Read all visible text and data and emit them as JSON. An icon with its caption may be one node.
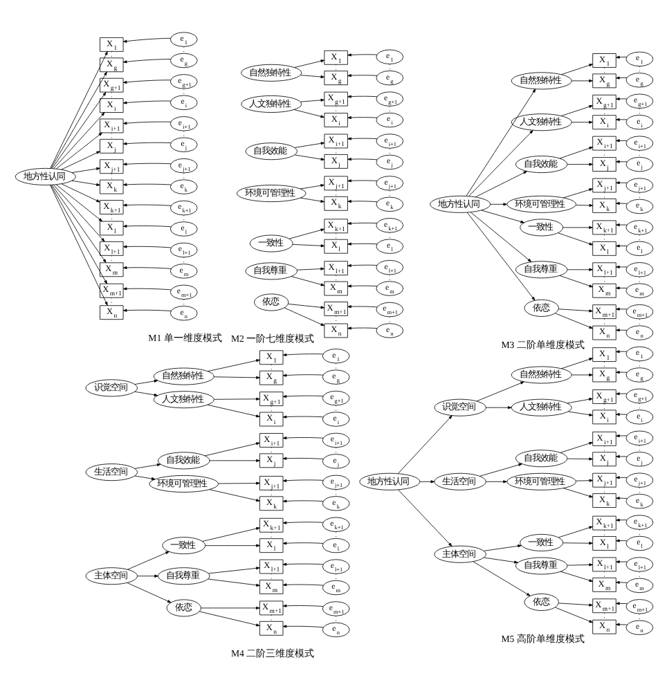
{
  "diagram": {
    "nodes": [
      {
        "text": [
          "地方性认同"
        ]
      },
      {
        "text": [
          "X$_{1}$"
        ]
      },
      {
        "text": [
          "e$_{1}$"
        ]
      },
      {
        "text": [
          "X$_{g}$"
        ]
      },
      {
        "text": [
          "e$_{g}$"
        ]
      },
      {
        "text": [
          "X$_{g+1}$"
        ]
      },
      {
        "text": [
          "e$_{g+1}$"
        ]
      },
      {
        "text": [
          "X$_{i}$"
        ]
      },
      {
        "text": [
          "e$_{i}$"
        ]
      },
      {
        "text": [
          "X$_{i+1}$"
        ]
      },
      {
        "text": [
          "e$_{i+1}$"
        ]
      },
      {
        "text": [
          "X$_{j}$"
        ]
      },
      {
        "text": [
          "e$_{j}$"
        ]
      },
      {
        "text": [
          "X$_{j+1}$"
        ]
      },
      {
        "text": [
          "e$_{j+1}$"
        ]
      },
      {
        "text": [
          "X$_{k}$"
        ]
      },
      {
        "text": [
          "e$_{k}$"
        ]
      },
      {
        "text": [
          "X$_{k+1}$"
        ]
      },
      {
        "text": [
          "e$_{k+1}$"
        ]
      },
      {
        "text": [
          "X$_{l}$"
        ]
      },
      {
        "text": [
          "e$_{l}$"
        ]
      },
      {
        "text": [
          "X$_{l+1}$"
        ]
      },
      {
        "text": [
          "e$_{l+1}$"
        ]
      },
      {
        "text": [
          "X$_{m}$"
        ]
      },
      {
        "text": [
          "e$_{m}$"
        ]
      },
      {
        "text": [
          "X$_{m+1}$"
        ]
      },
      {
        "text": [
          "e$_{m+1}$"
        ]
      },
      {
        "text": [
          "X$_{n}$"
        ]
      },
      {
        "text": [
          "e$_{n}$"
        ]
      },
      {
        "text": [
          "自然独特性"
        ]
      },
      {
        "text": [
          "人文独特性"
        ]
      },
      {
        "text": [
          "自我效能"
        ]
      },
      {
        "text": [
          "环境可管理性"
        ]
      },
      {
        "text": [
          "一致性"
        ]
      },
      {
        "text": [
          "自我尊重"
        ]
      },
      {
        "text": [
          "依恋"
        ]
      },
      {
        "text": [
          "X$_{1}$"
        ]
      },
      {
        "text": [
          "e$_{1}$"
        ]
      },
      {
        "text": [
          "X$_{g}$"
        ]
      },
      {
        "text": [
          "e$_{g}$"
        ]
      },
      {
        "text": [
          "X$_{g+1}$"
        ]
      },
      {
        "text": [
          "e$_{g+1}$"
        ]
      },
      {
        "text": [
          "X$_{i}$"
        ]
      },
      {
        "text": [
          "e$_{i}$"
        ]
      },
      {
        "text": [
          "X$_{i+1}$"
        ]
      },
      {
        "text": [
          "e$_{i+1}$"
        ]
      },
      {
        "text": [
          "X$_{j}$"
        ]
      },
      {
        "text": [
          "e$_{j}$"
        ]
      },
      {
        "text": [
          "X$_{j+1}$"
        ]
      },
      {
        "text": [
          "e$_{j+1}$"
        ]
      },
      {
        "text": [
          "X$_{k}$"
        ]
      },
      {
        "text": [
          "e$_{k}$"
        ]
      },
      {
        "text": [
          "X$_{k+1}$"
        ]
      },
      {
        "text": [
          "e$_{k+1}$"
        ]
      },
      {
        "text": [
          "X$_{l}$"
        ]
      },
      {
        "text": [
          "e$_{l}$"
        ]
      },
      {
        "text": [
          "X$_{l+1}$"
        ]
      },
      {
        "text": [
          "e$_{l+1}$"
        ]
      },
      {
        "text": [
          "X$_{m}$"
        ]
      },
      {
        "text": [
          "e$_{m}$"
        ]
      },
      {
        "text": [
          "X$_{m+1}$"
        ]
      },
      {
        "text": [
          "e$_{m+1}$"
        ]
      },
      {
        "text": [
          "X$_{n}$"
        ]
      },
      {
        "text": [
          "e$_{n}$"
        ]
      },
      {
        "text": [
          "地方性认同"
        ]
      },
      {
        "text": [
          "自然独特性"
        ]
      },
      {
        "text": [
          "人文独特性"
        ]
      },
      {
        "text": [
          "自我效能"
        ]
      },
      {
        "text": [
          "环境可管理性"
        ]
      },
      {
        "text": [
          "一致性"
        ]
      },
      {
        "text": [
          "自我尊重"
        ]
      },
      {
        "text": [
          "依恋"
        ]
      },
      {
        "text": [
          "X$_{1}$"
        ]
      },
      {
        "text": [
          "e$_{1}$"
        ]
      },
      {
        "text": [
          "X$_{g}$"
        ]
      },
      {
        "text": [
          "e$_{g}$"
        ]
      },
      {
        "text": [
          "X$_{g+1}$"
        ]
      },
      {
        "text": [
          "e$_{g+1}$"
        ]
      },
      {
        "text": [
          "X$_{i}$"
        ]
      },
      {
        "text": [
          "e$_{i}$"
        ]
      },
      {
        "text": [
          "X$_{i+1}$"
        ]
      },
      {
        "text": [
          "e$_{i+1}$"
        ]
      },
      {
        "text": [
          "X$_{j}$"
        ]
      },
      {
        "text": [
          "e$_{j}$"
        ]
      },
      {
        "text": [
          "X$_{j+1}$"
        ]
      },
      {
        "text": [
          "e$_{j+1}$"
        ]
      },
      {
        "text": [
          "X$_{k}$"
        ]
      },
      {
        "text": [
          "e$_{k}$"
        ]
      },
      {
        "text": [
          "X$_{k+1}$"
        ]
      },
      {
        "text": [
          "e$_{k+1}$"
        ]
      },
      {
        "text": [
          "X$_{l}$"
        ]
      },
      {
        "text": [
          "e$_{l}$"
        ]
      },
      {
        "text": [
          "X$_{l+1}$"
        ]
      },
      {
        "text": [
          "e$_{l+1}$"
        ]
      },
      {
        "text": [
          "X$_{m}$"
        ]
      },
      {
        "text": [
          "e$_{m}$"
        ]
      },
      {
        "text": [
          "X$_{m+1}$"
        ]
      },
      {
        "text": [
          "e$_{m+1}$"
        ]
      },
      {
        "text": [
          "X$_{n}$"
        ]
      },
      {
        "text": [
          "e$_{n}$"
        ]
      },
      {
        "text": [
          "识觉空间"
        ]
      },
      {
        "text": [
          "生活空间"
        ]
      },
      {
        "text": [
          "主体空间"
        ]
      },
      {
        "text": [
          "自然独特性"
        ]
      },
      {
        "text": [
          "人文独特性"
        ]
      },
      {
        "text": [
          "自我效能"
        ]
      },
      {
        "text": [
          "环境可管理性"
        ]
      },
      {
        "text": [
          "一致性"
        ]
      },
      {
        "text": [
          "自我尊重"
        ]
      },
      {
        "text": [
          "依恋"
        ]
      },
      {
        "text": [
          "X$_{1}$"
        ]
      },
      {
        "text": [
          "e$_{1}$"
        ]
      },
      {
        "text": [
          "X$_{g}$"
        ]
      },
      {
        "text": [
          "e$_{g}$"
        ]
      },
      {
        "text": [
          "X$_{g+1}$"
        ]
      },
      {
        "text": [
          "e$_{g+1}$"
        ]
      },
      {
        "text": [
          "X$_{i}$"
        ]
      },
      {
        "text": [
          "e$_{i}$"
        ]
      },
      {
        "text": [
          "X$_{i+1}$"
        ]
      },
      {
        "text": [
          "e$_{i+1}$"
        ]
      },
      {
        "text": [
          "X$_{j}$"
        ]
      },
      {
        "text": [
          "e$_{j}$"
        ]
      },
      {
        "text": [
          "X$_{j+1}$"
        ]
      },
      {
        "text": [
          "e$_{j+1}$"
        ]
      },
      {
        "text": [
          "X$_{k}$"
        ]
      },
      {
        "text": [
          "e$_{k}$"
        ]
      },
      {
        "text": [
          "X$_{k+1}$"
        ]
      },
      {
        "text": [
          "e$_{k+1}$"
        ]
      },
      {
        "text": [
          "X$_{l}$"
        ]
      },
      {
        "text": [
          "e$_{l}$"
        ]
      },
      {
        "text": [
          "X$_{l+1}$"
        ]
      },
      {
        "text": [
          "e$_{l+1}$"
        ]
      },
      {
        "text": [
          "X$_{m}$"
        ]
      },
      {
        "text": [
          "e$_{m}$"
        ]
      },
      {
        "text": [
          "X$_{m+1}$"
        ]
      },
      {
        "text": [
          "e$_{m+1}$"
        ]
      },
      {
        "text": [
          "X$_{n}$"
        ]
      },
      {
        "text": [
          "e$_{n}$"
        ]
      },
      {
        "text": [
          "地方性认同"
        ]
      },
      {
        "text": [
          "识觉空间"
        ]
      },
      {
        "text": [
          "生活空间"
        ]
      },
      {
        "text": [
          "主体空间"
        ]
      },
      {
        "text": [
          "自然独特性"
        ]
      },
      {
        "text": [
          "人文独特性"
        ]
      },
      {
        "text": [
          "自我效能"
        ]
      },
      {
        "text": [
          "环境可管理性"
        ]
      },
      {
        "text": [
          "一致性"
        ]
      },
      {
        "text": [
          "自我尊重"
        ]
      },
      {
        "text": [
          "依恋"
        ]
      },
      {
        "text": [
          "X$_{1}$"
        ]
      },
      {
        "text": [
          "e$_{1}$"
        ]
      },
      {
        "text": [
          "X$_{g}$"
        ]
      },
      {
        "text": [
          "e$_{g}$"
        ]
      },
      {
        "text": [
          "X$_{g+1}$"
        ]
      },
      {
        "text": [
          "e$_{g+1}$"
        ]
      },
      {
        "text": [
          "X$_{i}$"
        ]
      },
      {
        "text": [
          "e$_{i}$"
        ]
      },
      {
        "text": [
          "X$_{i+1}$"
        ]
      },
      {
        "text": [
          "e$_{i+1}$"
        ]
      },
      {
        "text": [
          "X$_{j}$"
        ]
      },
      {
        "text": [
          "e$_{j}$"
        ]
      },
      {
        "text": [
          "X$_{j+1}$"
        ]
      },
      {
        "text": [
          "e$_{j+1}$"
        ]
      },
      {
        "text": [
          "X$_{k}$"
        ]
      },
      {
        "text": [
          "e$_{k}$"
        ]
      },
      {
        "text": [
          "X$_{k+1}$"
        ]
      },
      {
        "text": [
          "e$_{k+1}$"
        ]
      },
      {
        "text": [
          "X$_{l}$"
        ]
      },
      {
        "text": [
          "e$_{l}$"
        ]
      },
      {
        "text": [
          "X$_{l+1}$"
        ]
      },
      {
        "text": [
          "e$_{l+1}$"
        ]
      },
      {
        "text": [
          "X$_{m}$"
        ]
      },
      {
        "text": [
          "e$_{m}$"
        ]
      },
      {
        "text": [
          "X$_{m+1}$"
        ]
      },
      {
        "text": [
          "e$_{m+1}$"
        ]
      },
      {
        "text": [
          "X$_{n}$"
        ]
      },
      {
        "text": [
          "e$_{n}$"
        ]
      }
    ],
    "edges": [
      {
        "from": 0,
        "to": 1,
        "arrow": "to"
      },
      {
        "from": 0,
        "to": 3,
        "arrow": "to"
      },
      {
        "from": 0,
        "to": 5,
        "arrow": "to"
      },
      {
        "from": 0,
        "to": 7,
        "arrow": "to"
      },
      {
        "from": 0,
        "to": 9,
        "arrow": "to"
      },
      {
        "from": 0,
        "to": 11,
        "arrow": "to"
      },
      {
        "from": 0,
        "to": 13,
        "arrow": "to"
      },
      {
        "from": 0,
        "to": 15,
        "arrow": "to"
      },
      {
        "from": 0,
        "to": 17,
        "arrow": "to"
      },
      {
        "from": 0,
        "to": 19,
        "arrow": "to"
      },
      {
        "from": 0,
        "to": 21,
        "arrow": "to"
      },
      {
        "from": 0,
        "to": 23,
        "arrow": "to"
      },
      {
        "from": 0,
        "to": 25,
        "arrow": "to"
      },
      {
        "from": 0,
        "to": 27,
        "arrow": "to"
      },
      {
        "from": 2,
        "to": 1,
        "arrow": "to"
      },
      {
        "from": 4,
        "to": 3,
        "arrow": "to"
      },
      {
        "from": 6,
        "to": 5,
        "arrow": "to"
      },
      {
        "from": 8,
        "to": 7,
        "arrow": "to"
      },
      {
        "from": 10,
        "to": 9,
        "arrow": "to"
      },
      {
        "from": 12,
        "to": 11,
        "arrow": "to"
      },
      {
        "from": 14,
        "to": 13,
        "arrow": "to"
      },
      {
        "from": 16,
        "to": 15,
        "arrow": "to"
      },
      {
        "from": 18,
        "to": 17,
        "arrow": "to"
      },
      {
        "from": 20,
        "to": 19,
        "arrow": "to"
      },
      {
        "from": 22,
        "to": 21,
        "arrow": "to"
      },
      {
        "from": 24,
        "to": 23,
        "arrow": "to"
      },
      {
        "from": 26,
        "to": 25,
        "arrow": "to"
      },
      {
        "from": 28,
        "to": 27,
        "arrow": "to"
      },
      {
        "from": 1,
        "to": 3,
        "arrow": "none",
        "style": "dashed"
      },
      {
        "from": 5,
        "to": 7,
        "arrow": "none",
        "style": "dashed"
      },
      {
        "from": 9,
        "to": 11,
        "arrow": "none",
        "style": "dashed"
      },
      {
        "from": 13,
        "to": 15,
        "arrow": "none",
        "style": "dashed"
      },
      {
        "from": 17,
        "to": 19,
        "arrow": "none",
        "style": "dashed"
      },
      {
        "from": 21,
        "to": 23,
        "arrow": "none",
        "style": "dashed"
      },
      {
        "from": 25,
        "to": 27,
        "arrow": "none",
        "style": "dashed"
      },
      {
        "from": 2,
        "to": 4,
        "arrow": "none",
        "style": "dashed"
      },
      {
        "from": 6,
        "to": 8,
        "arrow": "none",
        "style": "dashed"
      },
      {
        "from": 10,
        "to": 12,
        "arrow": "none",
        "style": "dashed"
      },
      {
        "from": 14,
        "to": 16,
        "arrow": "none",
        "style": "dashed"
      },
      {
        "from": 18,
        "to": 20,
        "arrow": "none",
        "style": "dashed"
      },
      {
        "from": 22,
        "to": 24,
        "arrow": "none",
        "style": "dashed"
      },
      {
        "from": 26,
        "to": 28,
        "arrow": "none",
        "style": "dashed"
      },
      {
        "from": 29,
        "to": 36,
        "arrow": "to"
      },
      {
        "from": 29,
        "to": 38,
        "arrow": "to"
      },
      {
        "from": 30,
        "to": 40,
        "arrow": "to"
      },
      {
        "from": 30,
        "to": 42,
        "arrow": "to"
      },
      {
        "from": 31,
        "to": 44,
        "arrow": "to"
      },
      {
        "from": 31,
        "to": 46,
        "arrow": "to"
      },
      {
        "from": 32,
        "to": 48,
        "arrow": "to"
      },
      {
        "from": 32,
        "to": 50,
        "arrow": "to"
      },
      {
        "from": 33,
        "to": 52,
        "arrow": "to"
      },
      {
        "from": 33,
        "to": 54,
        "arrow": "to"
      },
      {
        "from": 34,
        "to": 56,
        "arrow": "to"
      },
      {
        "from": 34,
        "to": 58,
        "arrow": "to"
      },
      {
        "from": 35,
        "to": 60,
        "arrow": "to"
      },
      {
        "from": 35,
        "to": 62,
        "arrow": "to"
      },
      {
        "from": 37,
        "to": 36,
        "arrow": "to"
      },
      {
        "from": 39,
        "to": 38,
        "arrow": "to"
      },
      {
        "from": 41,
        "to": 40,
        "arrow": "to"
      },
      {
        "from": 43,
        "to": 42,
        "arrow": "to"
      },
      {
        "from": 45,
        "to": 44,
        "arrow": "to"
      },
      {
        "from": 47,
        "to": 46,
        "arrow": "to"
      },
      {
        "from": 49,
        "to": 48,
        "arrow": "to"
      },
      {
        "from": 51,
        "to": 50,
        "arrow": "to"
      },
      {
        "from": 53,
        "to": 52,
        "arrow": "to"
      },
      {
        "from": 55,
        "to": 54,
        "arrow": "to"
      },
      {
        "from": 57,
        "to": 56,
        "arrow": "to"
      },
      {
        "from": 59,
        "to": 58,
        "arrow": "to"
      },
      {
        "from": 61,
        "to": 60,
        "arrow": "to"
      },
      {
        "from": 63,
        "to": 62,
        "arrow": "to"
      },
      {
        "from": 36,
        "to": 38,
        "arrow": "none",
        "style": "dashed"
      },
      {
        "from": 40,
        "to": 42,
        "arrow": "none",
        "style": "dashed"
      },
      {
        "from": 44,
        "to": 46,
        "arrow": "none",
        "style": "dashed"
      },
      {
        "from": 48,
        "to": 50,
        "arrow": "none",
        "style": "dashed"
      },
      {
        "from": 52,
        "to": 54,
        "arrow": "none",
        "style": "dashed"
      },
      {
        "from": 56,
        "to": 58,
        "arrow": "none",
        "style": "dashed"
      },
      {
        "from": 60,
        "to": 62,
        "arrow": "none",
        "style": "dashed"
      },
      {
        "from": 37,
        "to": 39,
        "arrow": "none",
        "style": "dashed"
      },
      {
        "from": 41,
        "to": 43,
        "arrow": "none",
        "style": "dashed"
      },
      {
        "from": 45,
        "to": 47,
        "arrow": "none",
        "style": "dashed"
      },
      {
        "from": 49,
        "to": 51,
        "arrow": "none",
        "style": "dashed"
      },
      {
        "from": 53,
        "to": 55,
        "arrow": "none",
        "style": "dashed"
      },
      {
        "from": 57,
        "to": 59,
        "arrow": "none",
        "style": "dashed"
      },
      {
        "from": 61,
        "to": 63,
        "arrow": "none",
        "style": "dashed"
      },
      {
        "from": 64,
        "to": 65,
        "arrow": "to"
      },
      {
        "from": 64,
        "to": 66,
        "arrow": "to"
      },
      {
        "from": 64,
        "to": 67,
        "arrow": "to"
      },
      {
        "from": 64,
        "to": 68,
        "arrow": "to"
      },
      {
        "from": 64,
        "to": 69,
        "arrow": "to"
      },
      {
        "from": 64,
        "to": 70,
        "arrow": "to"
      },
      {
        "from": 64,
        "to": 71,
        "arrow": "to"
      },
      {
        "from": 65,
        "to": 72,
        "arrow": "to"
      },
      {
        "from": 65,
        "to": 74,
        "arrow": "to"
      },
      {
        "from": 66,
        "to": 76,
        "arrow": "to"
      },
      {
        "from": 66,
        "to": 78,
        "arrow": "to"
      },
      {
        "from": 67,
        "to": 80,
        "arrow": "to"
      },
      {
        "from": 67,
        "to": 82,
        "arrow": "to"
      },
      {
        "from": 68,
        "to": 84,
        "arrow": "to"
      },
      {
        "from": 68,
        "to": 86,
        "arrow": "to"
      },
      {
        "from": 69,
        "to": 88,
        "arrow": "to"
      },
      {
        "from": 69,
        "to": 90,
        "arrow": "to"
      },
      {
        "from": 70,
        "to": 92,
        "arrow": "to"
      },
      {
        "from": 70,
        "to": 94,
        "arrow": "to"
      },
      {
        "from": 71,
        "to": 96,
        "arrow": "to"
      },
      {
        "from": 71,
        "to": 98,
        "arrow": "to"
      },
      {
        "from": 73,
        "to": 72,
        "arrow": "to"
      },
      {
        "from": 75,
        "to": 74,
        "arrow": "to"
      },
      {
        "from": 77,
        "to": 76,
        "arrow": "to"
      },
      {
        "from": 79,
        "to": 78,
        "arrow": "to"
      },
      {
        "from": 81,
        "to": 80,
        "arrow": "to"
      },
      {
        "from": 83,
        "to": 82,
        "arrow": "to"
      },
      {
        "from": 85,
        "to": 84,
        "arrow": "to"
      },
      {
        "from": 87,
        "to": 86,
        "arrow": "to"
      },
      {
        "from": 89,
        "to": 88,
        "arrow": "to"
      },
      {
        "from": 91,
        "to": 90,
        "arrow": "to"
      },
      {
        "from": 93,
        "to": 92,
        "arrow": "to"
      },
      {
        "from": 95,
        "to": 94,
        "arrow": "to"
      },
      {
        "from": 97,
        "to": 96,
        "arrow": "to"
      },
      {
        "from": 99,
        "to": 98,
        "arrow": "to"
      },
      {
        "from": 72,
        "to": 74,
        "arrow": "none",
        "style": "dashed"
      },
      {
        "from": 76,
        "to": 78,
        "arrow": "none",
        "style": "dashed"
      },
      {
        "from": 80,
        "to": 82,
        "arrow": "none",
        "style": "dashed"
      },
      {
        "from": 84,
        "to": 86,
        "arrow": "none",
        "style": "dashed"
      },
      {
        "from": 88,
        "to": 90,
        "arrow": "none",
        "style": "dashed"
      },
      {
        "from": 92,
        "to": 94,
        "arrow": "none",
        "style": "dashed"
      },
      {
        "from": 96,
        "to": 98,
        "arrow": "none",
        "style": "dashed"
      },
      {
        "from": 73,
        "to": 75,
        "arrow": "none",
        "style": "dashed"
      },
      {
        "from": 77,
        "to": 79,
        "arrow": "none",
        "style": "dashed"
      },
      {
        "from": 81,
        "to": 83,
        "arrow": "none",
        "style": "dashed"
      },
      {
        "from": 85,
        "to": 87,
        "arrow": "none",
        "style": "dashed"
      },
      {
        "from": 89,
        "to": 91,
        "arrow": "none",
        "style": "dashed"
      },
      {
        "from": 93,
        "to": 95,
        "arrow": "none",
        "style": "dashed"
      },
      {
        "from": 97,
        "to": 99,
        "arrow": "none",
        "style": "dashed"
      },
      {
        "from": 100,
        "to": 103,
        "arrow": "to"
      },
      {
        "from": 100,
        "to": 104,
        "arrow": "to"
      },
      {
        "from": 101,
        "to": 105,
        "arrow": "to"
      },
      {
        "from": 101,
        "to": 106,
        "arrow": "to"
      },
      {
        "from": 102,
        "to": 107,
        "arrow": "to"
      },
      {
        "from": 102,
        "to": 108,
        "arrow": "to"
      },
      {
        "from": 102,
        "to": 109,
        "arrow": "to"
      },
      {
        "from": 103,
        "to": 110,
        "arrow": "to"
      },
      {
        "from": 103,
        "to": 112,
        "arrow": "to"
      },
      {
        "from": 104,
        "to": 114,
        "arrow": "to"
      },
      {
        "from": 104,
        "to": 116,
        "arrow": "to"
      },
      {
        "from": 105,
        "to": 118,
        "arrow": "to"
      },
      {
        "from": 105,
        "to": 120,
        "arrow": "to"
      },
      {
        "from": 106,
        "to": 122,
        "arrow": "to"
      },
      {
        "from": 106,
        "to": 124,
        "arrow": "to"
      },
      {
        "from": 107,
        "to": 126,
        "arrow": "to"
      },
      {
        "from": 107,
        "to": 128,
        "arrow": "to"
      },
      {
        "from": 108,
        "to": 130,
        "arrow": "to"
      },
      {
        "from": 108,
        "to": 132,
        "arrow": "to"
      },
      {
        "from": 109,
        "to": 134,
        "arrow": "to"
      },
      {
        "from": 109,
        "to": 136,
        "arrow": "to"
      },
      {
        "from": 111,
        "to": 110,
        "arrow": "to"
      },
      {
        "from": 113,
        "to": 112,
        "arrow": "to"
      },
      {
        "from": 115,
        "to": 114,
        "arrow": "to"
      },
      {
        "from": 117,
        "to": 116,
        "arrow": "to"
      },
      {
        "from": 119,
        "to": 118,
        "arrow": "to"
      },
      {
        "from": 121,
        "to": 120,
        "arrow": "to"
      },
      {
        "from": 123,
        "to": 122,
        "arrow": "to"
      },
      {
        "from": 125,
        "to": 124,
        "arrow": "to"
      },
      {
        "from": 127,
        "to": 126,
        "arrow": "to"
      },
      {
        "from": 129,
        "to": 128,
        "arrow": "to"
      },
      {
        "from": 131,
        "to": 130,
        "arrow": "to"
      },
      {
        "from": 133,
        "to": 132,
        "arrow": "to"
      },
      {
        "from": 135,
        "to": 134,
        "arrow": "to"
      },
      {
        "from": 137,
        "to": 136,
        "arrow": "to"
      },
      {
        "from": 110,
        "to": 112,
        "arrow": "none",
        "style": "dashed"
      },
      {
        "from": 114,
        "to": 116,
        "arrow": "none",
        "style": "dashed"
      },
      {
        "from": 118,
        "to": 120,
        "arrow": "none",
        "style": "dashed"
      },
      {
        "from": 122,
        "to": 124,
        "arrow": "none",
        "style": "dashed"
      },
      {
        "from": 126,
        "to": 128,
        "arrow": "none",
        "style": "dashed"
      },
      {
        "from": 130,
        "to": 132,
        "arrow": "none",
        "style": "dashed"
      },
      {
        "from": 134,
        "to": 136,
        "arrow": "none",
        "style": "dashed"
      },
      {
        "from": 111,
        "to": 113,
        "arrow": "none",
        "style": "dashed"
      },
      {
        "from": 115,
        "to": 117,
        "arrow": "none",
        "style": "dashed"
      },
      {
        "from": 119,
        "to": 121,
        "arrow": "none",
        "style": "dashed"
      },
      {
        "from": 123,
        "to": 125,
        "arrow": "none",
        "style": "dashed"
      },
      {
        "from": 127,
        "to": 129,
        "arrow": "none",
        "style": "dashed"
      },
      {
        "from": 131,
        "to": 133,
        "arrow": "none",
        "style": "dashed"
      },
      {
        "from": 135,
        "to": 137,
        "arrow": "none",
        "style": "dashed"
      },
      {
        "from": 138,
        "to": 139,
        "arrow": "to"
      },
      {
        "from": 138,
        "to": 140,
        "arrow": "to"
      },
      {
        "from": 138,
        "to": 141,
        "arrow": "to"
      },
      {
        "from": 139,
        "to": 142,
        "arrow": "to"
      },
      {
        "from": 139,
        "to": 143,
        "arrow": "to"
      },
      {
        "from": 140,
        "to": 144,
        "arrow": "to"
      },
      {
        "from": 140,
        "to": 145,
        "arrow": "to"
      },
      {
        "from": 141,
        "to": 146,
        "arrow": "to"
      },
      {
        "from": 141,
        "to": 147,
        "arrow": "to"
      },
      {
        "from": 141,
        "to": 148,
        "arrow": "to"
      },
      {
        "from": 142,
        "to": 149,
        "arrow": "to"
      },
      {
        "from": 142,
        "to": 151,
        "arrow": "to"
      },
      {
        "from": 143,
        "to": 153,
        "arrow": "to"
      },
      {
        "from": 143,
        "to": 155,
        "arrow": "to"
      },
      {
        "from": 144,
        "to": 157,
        "arrow": "to"
      },
      {
        "from": 144,
        "to": 159,
        "arrow": "to"
      },
      {
        "from": 145,
        "to": 161,
        "arrow": "to"
      },
      {
        "from": 145,
        "to": 163,
        "arrow": "to"
      },
      {
        "from": 146,
        "to": 165,
        "arrow": "to"
      },
      {
        "from": 146,
        "to": 167,
        "arrow": "to"
      },
      {
        "from": 147,
        "to": 169,
        "arrow": "to"
      },
      {
        "from": 147,
        "to": 171,
        "arrow": "to"
      },
      {
        "from": 148,
        "to": 173,
        "arrow": "to"
      },
      {
        "from": 148,
        "to": 175,
        "arrow": "to"
      },
      {
        "from": 150,
        "to": 149,
        "arrow": "to"
      },
      {
        "from": 152,
        "to": 151,
        "arrow": "to"
      },
      {
        "from": 154,
        "to": 153,
        "arrow": "to"
      },
      {
        "from": 156,
        "to": 155,
        "arrow": "to"
      },
      {
        "from": 158,
        "to": 157,
        "arrow": "to"
      },
      {
        "from": 160,
        "to": 159,
        "arrow": "to"
      },
      {
        "from": 162,
        "to": 161,
        "arrow": "to"
      },
      {
        "from": 164,
        "to": 163,
        "arrow": "to"
      },
      {
        "from": 166,
        "to": 165,
        "arrow": "to"
      },
      {
        "from": 168,
        "to": 167,
        "arrow": "to"
      },
      {
        "from": 170,
        "to": 169,
        "arrow": "to"
      },
      {
        "from": 172,
        "to": 171,
        "arrow": "to"
      },
      {
        "from": 174,
        "to": 173,
        "arrow": "to"
      },
      {
        "from": 176,
        "to": 175,
        "arrow": "to"
      },
      {
        "from": 149,
        "to": 151,
        "arrow": "none",
        "style": "dashed"
      },
      {
        "from": 153,
        "to": 155,
        "arrow": "none",
        "style": "dashed"
      },
      {
        "from": 157,
        "to": 159,
        "arrow": "none",
        "style": "dashed"
      },
      {
        "from": 161,
        "to": 163,
        "arrow": "none",
        "style": "dashed"
      },
      {
        "from": 165,
        "to": 167,
        "arrow": "none",
        "style": "dashed"
      },
      {
        "from": 169,
        "to": 171,
        "arrow": "none",
        "style": "dashed"
      },
      {
        "from": 173,
        "to": 175,
        "arrow": "none",
        "style": "dashed"
      },
      {
        "from": 150,
        "to": 152,
        "arrow": "none",
        "style": "dashed"
      },
      {
        "from": 154,
        "to": 156,
        "arrow": "none",
        "style": "dashed"
      },
      {
        "from": 158,
        "to": 160,
        "arrow": "none",
        "style": "dashed"
      },
      {
        "from": 162,
        "to": 164,
        "arrow": "none",
        "style": "dashed"
      },
      {
        "from": 166,
        "to": 168,
        "arrow": "none",
        "style": "dashed"
      },
      {
        "from": 170,
        "to": 172,
        "arrow": "none",
        "style": "dashed"
      },
      {
        "from": 174,
        "to": 176,
        "arrow": "none",
        "style": "dashed"
      }
    ],
    "labels": [
      "M1 单一维度模式",
      "M2 一阶七维度模式",
      "M3 二阶单维度模式",
      "M4 二阶三维度模式",
      "M5 高阶单维度模式"
    ]
  }
}
